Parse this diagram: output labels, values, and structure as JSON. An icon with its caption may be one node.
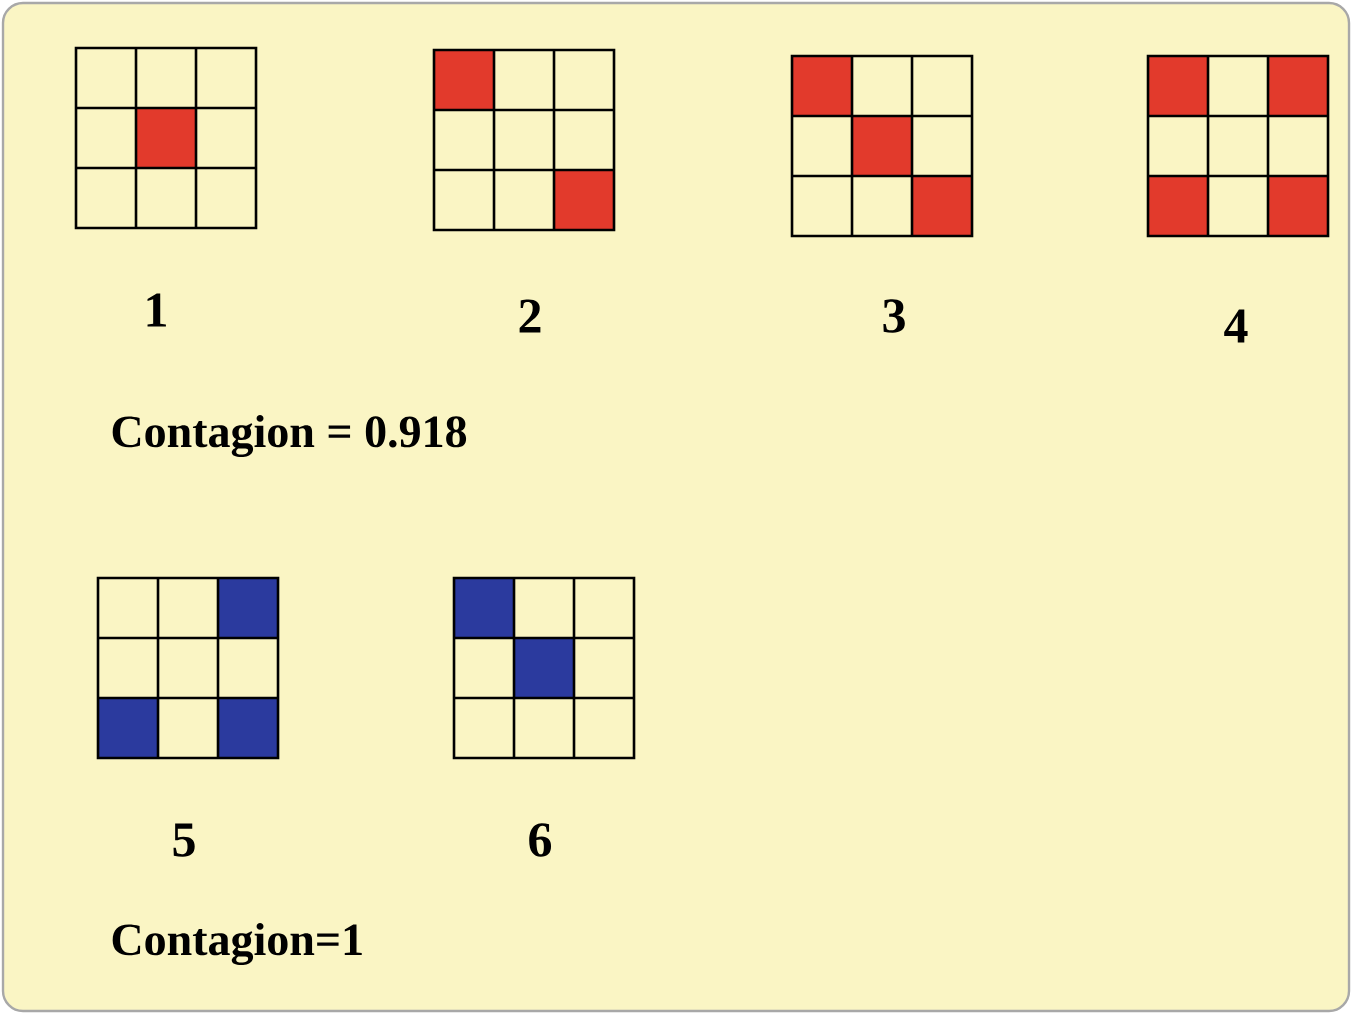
{
  "diagram": {
    "labels": [
      "1",
      "2",
      "3",
      "4",
      "Contagion = 0.918",
      "5",
      "6",
      "Contagion=1"
    ]
  }
}
